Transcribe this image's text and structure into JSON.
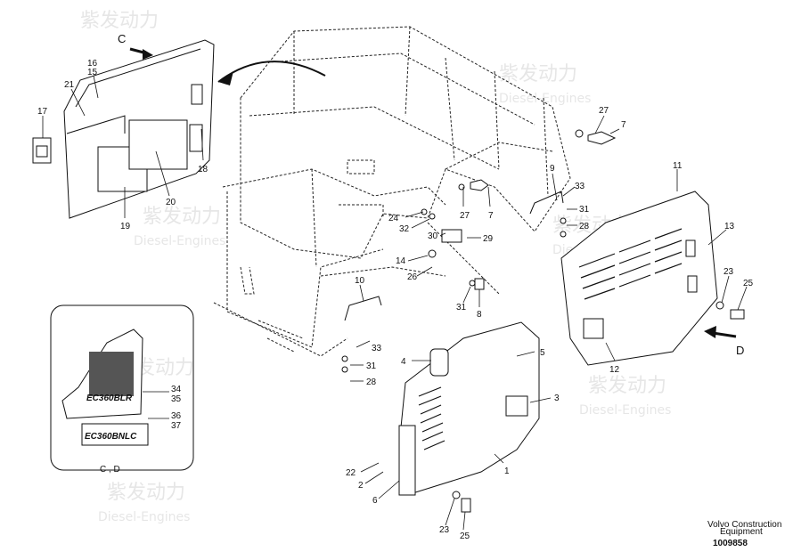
{
  "watermark": {
    "brand": "紫发动力",
    "sub": "Diesel-Engines"
  },
  "views": {
    "c": "C",
    "d": "D",
    "inset_caption": "C , D"
  },
  "decals": {
    "top": "EC360BLR",
    "bottom": "EC360BNLC"
  },
  "callouts": {
    "n1": "1",
    "n2": "2",
    "n3": "3",
    "n4": "4",
    "n5": "5",
    "n6": "6",
    "n7a": "7",
    "n7b": "7",
    "n8": "8",
    "n9": "9",
    "n10": "10",
    "n11": "11",
    "n12": "12",
    "n13": "13",
    "n14": "14",
    "n15": "15",
    "n16": "16",
    "n17": "17",
    "n18": "18",
    "n19": "19",
    "n20": "20",
    "n21": "21",
    "n22": "22",
    "n23a": "23",
    "n23b": "23",
    "n24": "24",
    "n25a": "25",
    "n25b": "25",
    "n26": "26",
    "n27a": "27",
    "n27b": "27",
    "n28a": "28",
    "n28b": "28",
    "n29": "29",
    "n30": "30",
    "n31a": "31",
    "n31b": "31",
    "n31c": "31",
    "n32": "32",
    "n33a": "33",
    "n33b": "33",
    "n34": "34",
    "n35": "35",
    "n36": "36",
    "n37": "37"
  },
  "footer": {
    "line1": "Volvo Construction",
    "line2": "Equipment",
    "number": "1009858"
  }
}
